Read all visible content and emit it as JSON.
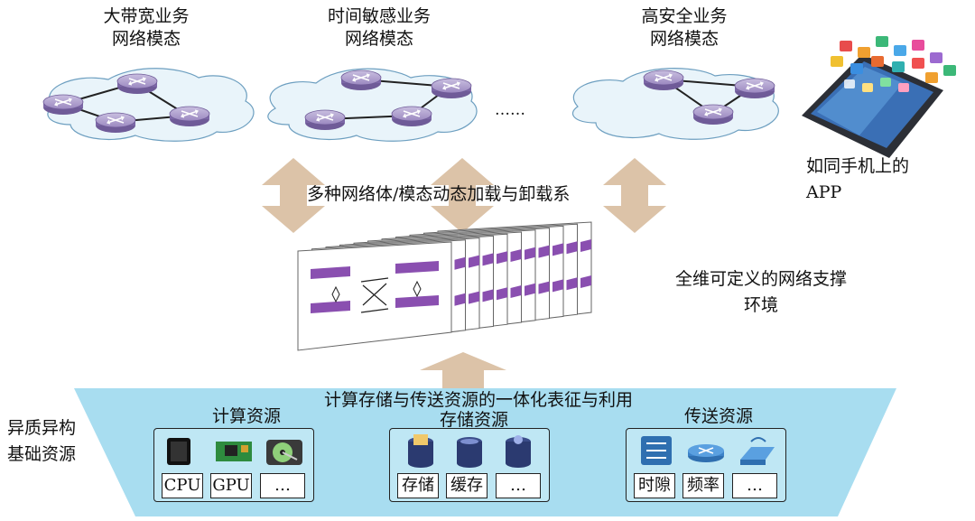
{
  "modes": [
    {
      "line1": "大带宽业务",
      "line2": "网络模态"
    },
    {
      "line1": "时间敏感业务",
      "line2": "网络模态"
    },
    {
      "line1": "高安全业务",
      "line2": "网络模态"
    }
  ],
  "ellipsis": "……",
  "phone_caption": {
    "line1": "如同手机上的",
    "line2": "APP"
  },
  "load_label": "多种网络体/模态动态加载与卸载系",
  "support_env": {
    "line1": "全维可定义的网络支撑",
    "line2": "环境"
  },
  "integration_label": "计算存储与传送资源的一体化表征与利用",
  "hetero_label": {
    "line1": "异质异构",
    "line2": "基础资源"
  },
  "compute": {
    "title": "计算资源",
    "items": [
      "CPU",
      "GPU",
      "…"
    ]
  },
  "storage": {
    "title": "存储资源",
    "items": [
      "存储",
      "缓存",
      "…"
    ]
  },
  "transport": {
    "title": "传送资源",
    "items": [
      "时隙",
      "频率",
      "…"
    ]
  },
  "colors": {
    "arrow": "#dcc3a8",
    "cloud_fill": "#e9f4fa",
    "router": "#9e8cc0",
    "base": "#a8ddf0",
    "bar": "#8a4fb0"
  },
  "icons": [
    "router-icon",
    "smartphone-apps-icon",
    "cpu-chip-icon",
    "gpu-card-icon",
    "disk-icon",
    "database-icon",
    "switch-icon"
  ]
}
